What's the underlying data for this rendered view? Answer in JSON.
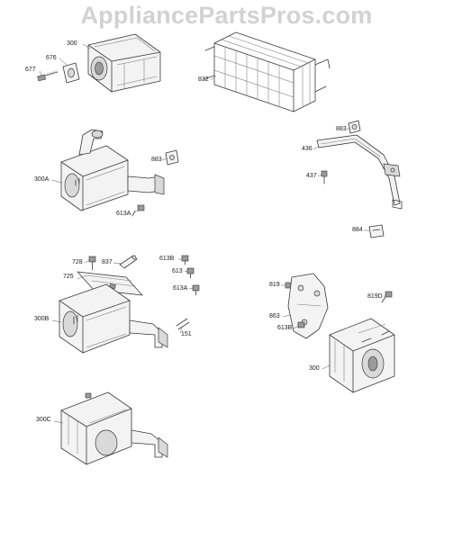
{
  "watermark": "AppliancePartsPros.com",
  "callouts": {
    "c300_top": "300",
    "c676": "676",
    "c677": "677",
    "c832": "832",
    "c883_right": "883",
    "c436": "436",
    "c437": "437",
    "c884": "884",
    "c883_left": "883",
    "c300A": "300A",
    "c613A_top": "613A",
    "c728": "728",
    "c837": "837",
    "c613B_left": "613B",
    "c725": "725",
    "c613": "613",
    "c613A_mid": "613A",
    "c300B": "300B",
    "c151": "151",
    "c819": "819",
    "c819D": "819D",
    "c863": "863",
    "c613B_right": "613B",
    "c300_bottom": "300",
    "c300C": "300C"
  }
}
